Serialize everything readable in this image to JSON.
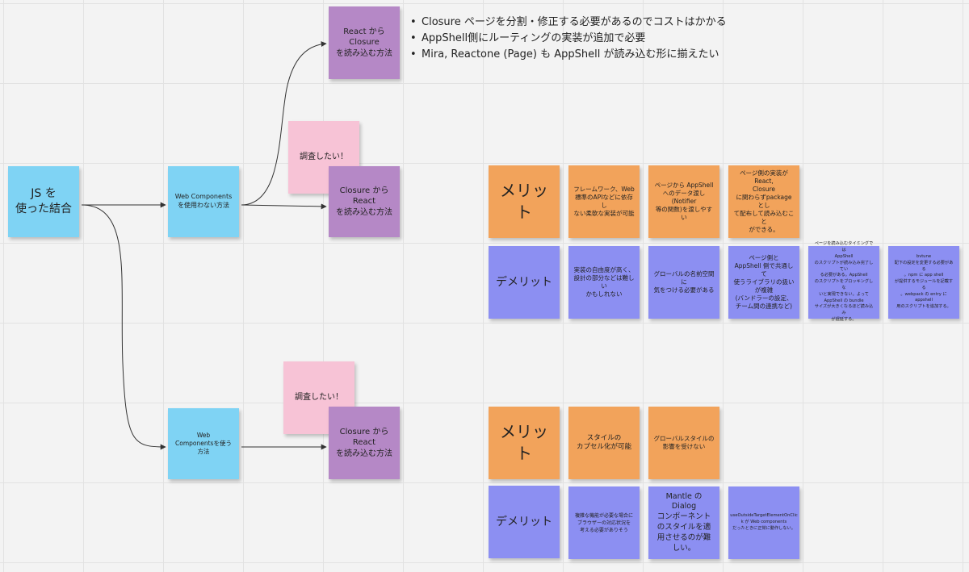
{
  "nodes": {
    "root": "JS を\n使った結合",
    "no_wc": "Web Components\nを使用わない方法",
    "use_wc": "Web\nComponentsを使う方法",
    "react_closure": "React から\nClosure\nを読み込む方法",
    "closure_react_1": "Closure から\nReact\nを読み込む方法",
    "closure_react_2": "Closure から\nReact\nを読み込む方法",
    "investigate_1": "調査したい！",
    "investigate_2": "調査したい！"
  },
  "bullets": [
    "Closure ページを分割・修正する必要があるのでコストはかかる",
    "AppShell側にルーティングの実装が追加で必要",
    "Mira, Reactone (Page) も AppShell が読み込む形に揃えたい"
  ],
  "section1": {
    "merit_label": "メリット",
    "merits": [
      "フレームワーク、Web\n標準のAPIなどに依存し\nない柔軟な実装が可能",
      "ページから AppShell\nへのデータ渡し(Notifier\n等の関数)を渡しやすい",
      "ページ側の実装がReact,\nClosure\nに関わらずpackageとし\nて配布して読み込むこと\nができる。"
    ],
    "demerit_label": "デメリット",
    "demerits": [
      "実装の自由度が高く、\n設計の部分などは難しい\nかもしれない",
      "グローバルの名前空間に\n気をつける必要がある",
      "ページ側と\nAppShell 側で共通して\n使うライブラリの扱い\nが複雑\n(バンドラーの設定、\nチーム間の連携など)",
      "ページを読み込むタイミングでは\nAppShell\nのスクリプトが読み込み完了してい\nる必要がある。AppShell\nのスクリプトをブロッキングしな\nいと実現できない。よって\nAppShell の bundle\nサイズが大きくなるほど読み込み\nが遅延する。",
      "bvtune\n配下の設定を変更する必要がある\n。npm に app shell\nが提供するモジュールを記載する\n。webpack の entry に appshell\n用のスクリプトを追加する。"
    ]
  },
  "section2": {
    "merit_label": "メリット",
    "merits": [
      "スタイルの\nカプセル化が可能",
      "グローバルスタイルの\n影響を受けない"
    ],
    "demerit_label": "デメリット",
    "demerits": [
      "複雑な機能が必要な場合に\nブラウザーの対応状況を\n考える必要がありそう",
      "Mantle の Dialog\nコンポーネント\nのスタイルを適\n用させるのが難\nしい。",
      "useOutsideTargetElementOnClic\nk が Web components\nだったときに正常に動作しない。"
    ]
  },
  "colors": {
    "blue": "#7fd3f4",
    "purple": "#b588c6",
    "pink": "#f7c3d6",
    "orange": "#f2a35b",
    "indigo": "#8c8ff2"
  }
}
